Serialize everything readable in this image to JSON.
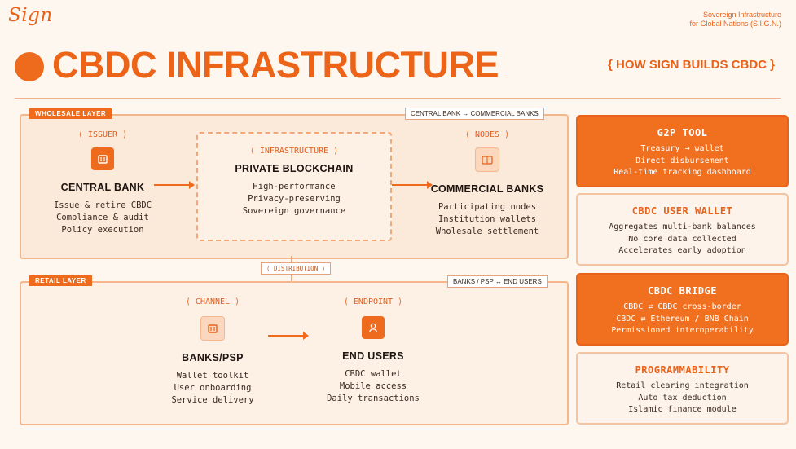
{
  "header": {
    "logo": "Sign",
    "tagline_1": "Sovereign Infrastructure",
    "tagline_2": "for Global Nations (S.I.G.N.)",
    "title": "CBDC INFRASTRUCTURE",
    "subtitle": "{ HOW SIGN BUILDS CBDC }"
  },
  "wholesale": {
    "tag": "WHOLESALE LAYER",
    "flow": "CENTRAL BANK ↔ COMMERCIAL BANKS",
    "issuer": {
      "role": "⟨ ISSUER ⟩",
      "title": "CENTRAL BANK",
      "lines": [
        "Issue & retire CBDC",
        "Compliance & audit",
        "Policy execution"
      ]
    },
    "infra": {
      "role": "⟨ INFRASTRUCTURE ⟩",
      "title": "PRIVATE BLOCKCHAIN",
      "lines": [
        "High-performance",
        "Privacy-preserving",
        "Sovereign governance"
      ]
    },
    "nodes": {
      "role": "⟨ NODES ⟩",
      "title": "COMMERCIAL BANKS",
      "lines": [
        "Participating nodes",
        "Institution wallets",
        "Wholesale settlement"
      ]
    }
  },
  "distribution": "⟨ DISTRIBUTION ⟩",
  "retail": {
    "tag": "RETAIL LAYER",
    "flow": "BANKS / PSP ↔ END USERS",
    "channel": {
      "role": "⟨ CHANNEL ⟩",
      "title": "BANKS/PSP",
      "lines": [
        "Wallet toolkit",
        "User onboarding",
        "Service delivery"
      ]
    },
    "endpoint": {
      "role": "⟨ ENDPOINT ⟩",
      "title": "END USERS",
      "lines": [
        "CBDC wallet",
        "Mobile access",
        "Daily transactions"
      ]
    }
  },
  "cards": [
    {
      "title": "G2P TOOL",
      "lines": [
        "Treasury → wallet",
        "Direct disbursement",
        "Real-time tracking dashboard"
      ]
    },
    {
      "title": "CBDC USER WALLET",
      "lines": [
        "Aggregates multi-bank balances",
        "No core data collected",
        "Accelerates early adoption"
      ]
    },
    {
      "title": "CBDC BRIDGE",
      "lines": [
        "CBDC ⇄ CBDC cross-border",
        "CBDC ⇄ Ethereum / BNB Chain",
        "Permissioned interoperability"
      ]
    },
    {
      "title": "PROGRAMMABILITY",
      "lines": [
        "Retail clearing integration",
        "Auto tax deduction",
        "Islamic finance module"
      ]
    }
  ],
  "colors": {
    "accent": "#ee6a1c",
    "background": "#fdf7f0",
    "layer_fill": "#fbe9da"
  }
}
